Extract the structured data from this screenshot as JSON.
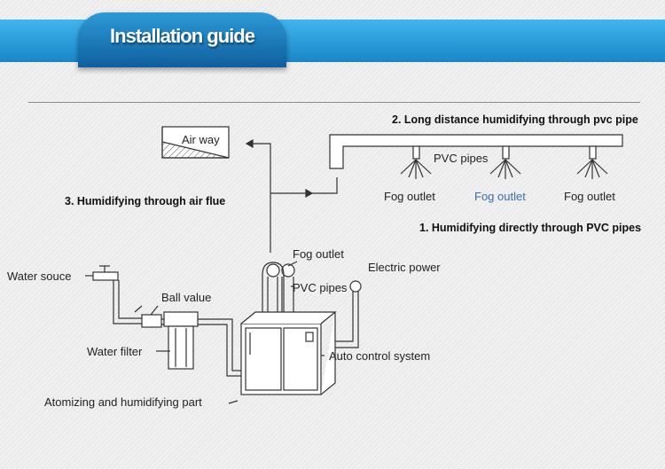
{
  "title": "Installation guide",
  "headings": {
    "long_distance": "2. Long distance humidifying through pvc pipe",
    "air_flue": "3. Humidifying through air flue",
    "direct": "1. Humidifying directly through PVC pipes"
  },
  "labels": {
    "air_way": "Air way",
    "pvc_pipes_top": "PVC pipes",
    "fog_outlet_1": "Fog outlet",
    "fog_outlet_2": "Fog outlet",
    "fog_outlet_3": "Fog outlet",
    "fog_outlet_machine": "Fog outlet",
    "electric_power": "Electric power",
    "pvc_pipes_machine": "PVC pipes",
    "water_source": "Water souce",
    "ball_value": "Ball value",
    "water_filter": "Water filter",
    "auto_control": "Auto control system",
    "atomizing_part": "Atomizing and humidifying part"
  },
  "colors": {
    "banner": "#2a9fe0",
    "highlight_label": "#3a6ea5"
  }
}
